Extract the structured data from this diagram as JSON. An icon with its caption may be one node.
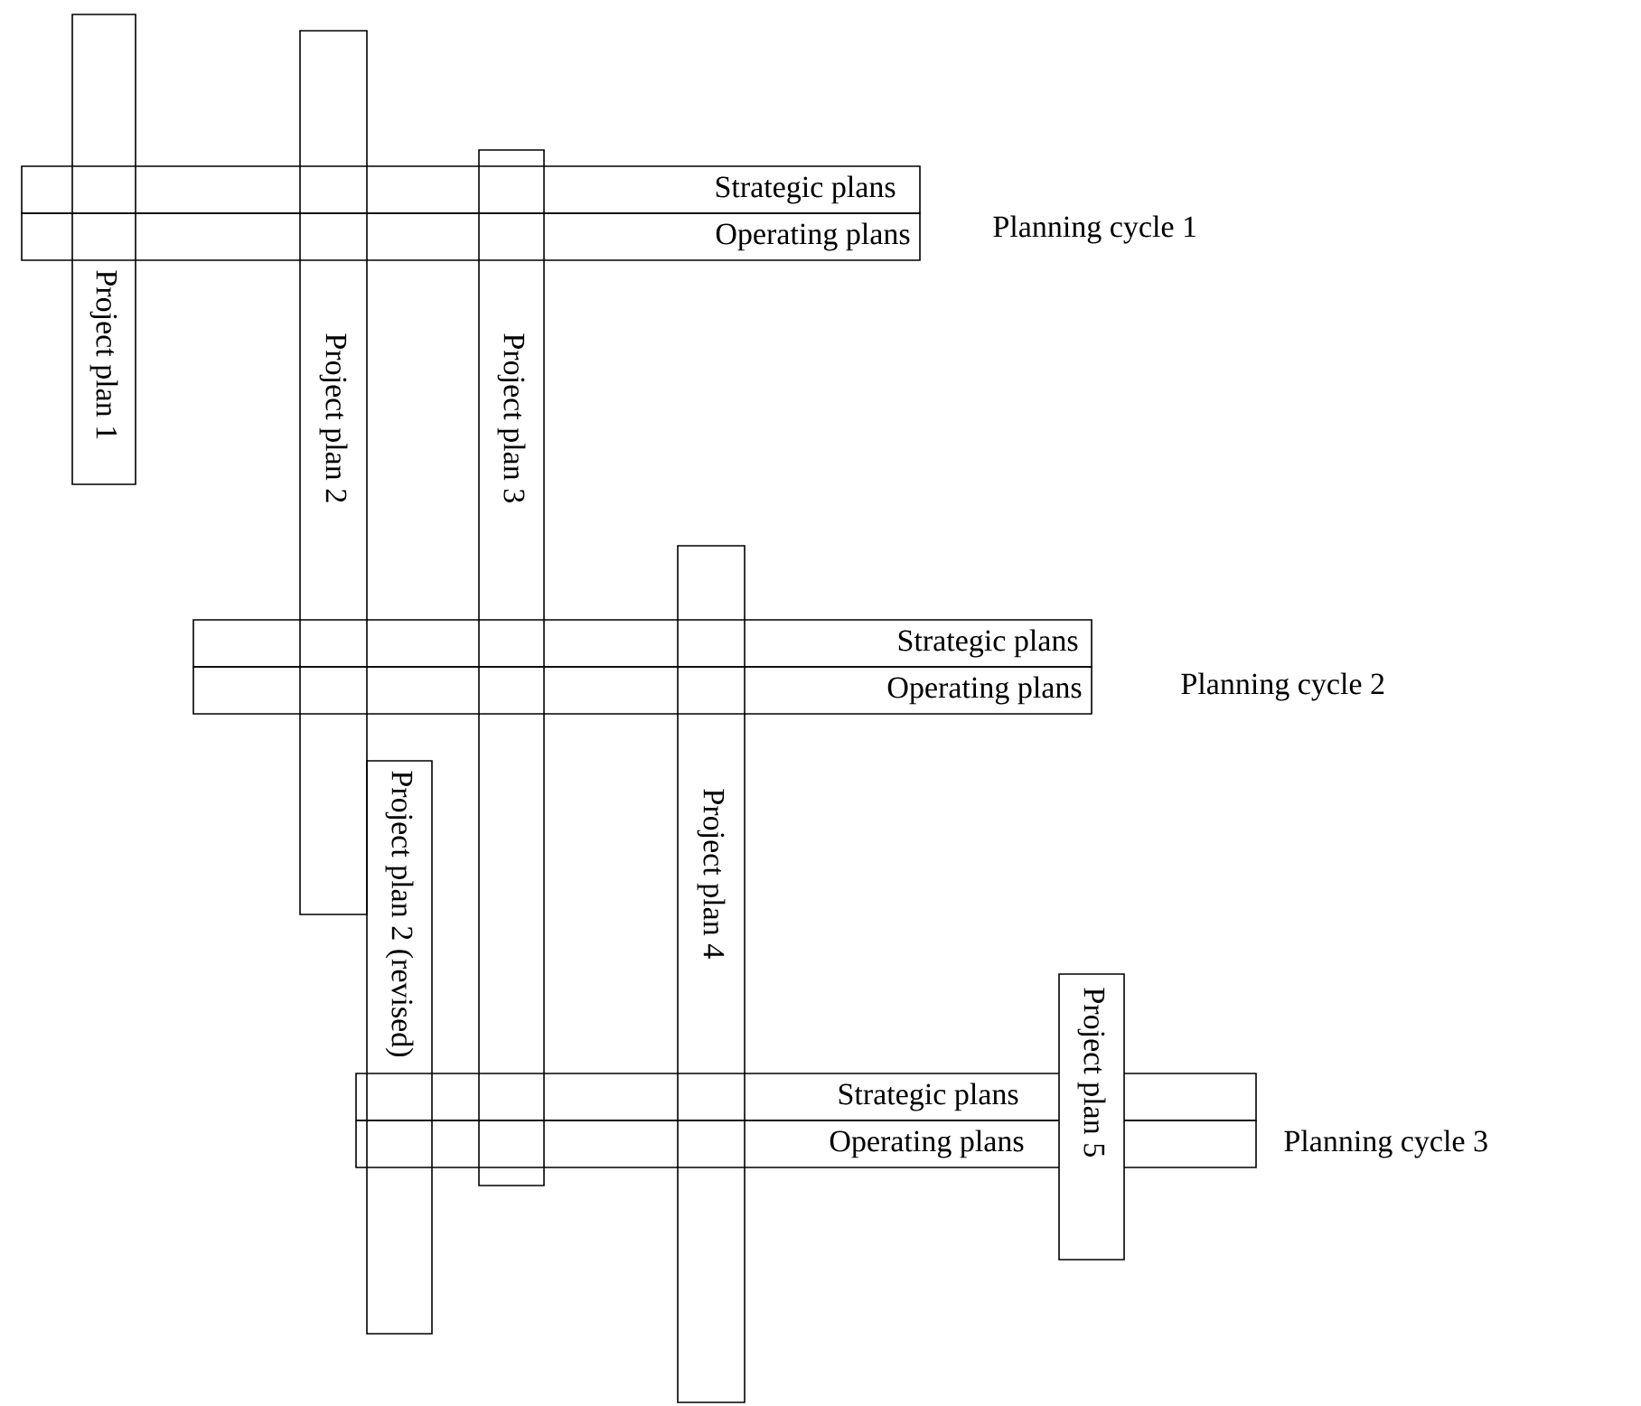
{
  "diagram": {
    "nodes": [
      {
        "text": [
          "Project plan 1"
        ]
      },
      {
        "text": [
          "Project plan 2"
        ]
      },
      {
        "text": [
          "Project plan 3"
        ]
      },
      {
        "text": [
          "Strategic plans"
        ]
      },
      {
        "text": [
          "Operating plans"
        ]
      },
      {
        "text": [
          "Project plan 4"
        ]
      },
      {
        "text": [
          "Strategic plans"
        ]
      },
      {
        "text": [
          "Operating plans"
        ]
      },
      {
        "text": [
          "Project plan 2 (revised)"
        ]
      },
      {
        "text": [
          "Project plan 5"
        ]
      },
      {
        "text": [
          "Strategic plans"
        ]
      },
      {
        "text": [
          "Operating plans"
        ]
      }
    ],
    "labels": [
      "Planning cycle 1",
      "Planning cycle 2",
      "Planning cycle 3"
    ]
  }
}
